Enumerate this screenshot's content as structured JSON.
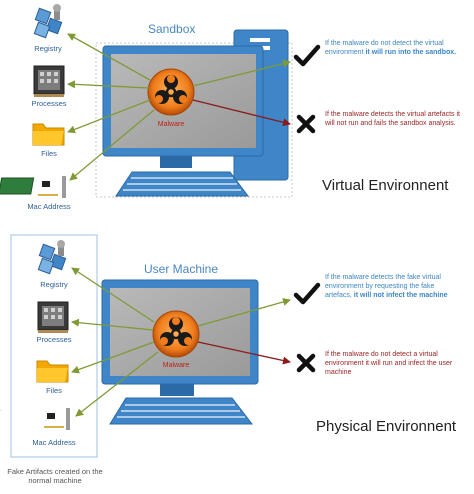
{
  "colors": {
    "monitor_blue": "#3f86c8",
    "monitor_dark": "#2c6aa6",
    "screen_grey": "#a9a9a9",
    "arrow_green": "#7f9a35",
    "arrow_red": "#8a1a1a",
    "biohazard_orange": "#f07d1c",
    "note_blue": "#3d86c6",
    "note_red": "#9b1f1f"
  },
  "top": {
    "section_title": "Sandbox",
    "environment_title": "Virtual Environnent",
    "malware_label": "Malware",
    "icons": [
      {
        "icon": "registry-icon",
        "label": "Registry"
      },
      {
        "icon": "processes-icon",
        "label": "Processes"
      },
      {
        "icon": "files-folder-icon",
        "label": "Files"
      },
      {
        "icon": "network-card-icon",
        "label": "Mac Address"
      }
    ],
    "outcome_pass": {
      "icon": "checkmark-icon",
      "text_plain": "If the malware do not detect the virtual environment ",
      "text_bold": "it will run into the sandbox."
    },
    "outcome_fail": {
      "icon": "cross-icon",
      "text": "If the malware detects the virtual artefacts it will not run and fails the sandbox analysis."
    }
  },
  "bottom": {
    "section_title": "User Machine",
    "environment_title": "Physical Environnent",
    "malware_label": "Malware",
    "icons": [
      {
        "icon": "registry-icon",
        "label": "Registry"
      },
      {
        "icon": "processes-icon",
        "label": "Processes"
      },
      {
        "icon": "files-folder-icon",
        "label": "Files"
      },
      {
        "icon": "network-card-icon",
        "label": "Mac Address"
      }
    ],
    "caption": "Fake Artifacts created on the normal machine",
    "outcome_pass": {
      "icon": "checkmark-icon",
      "text_plain": "If the malware detects the fake virtual environment by requesting the fake artefacs, ",
      "text_bold": "it will not infect the machine"
    },
    "outcome_fail": {
      "icon": "cross-icon",
      "text": "If the malware do not detect a virtual environment it will run and infect the user machine"
    }
  }
}
